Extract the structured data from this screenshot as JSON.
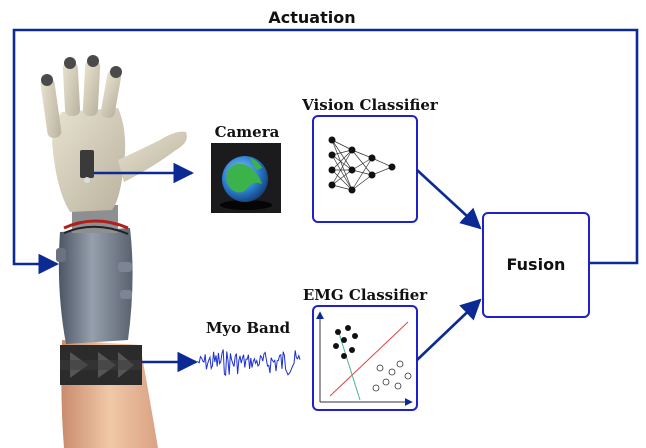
{
  "diagram": {
    "actuation_label": "Actuation",
    "camera_label": "Camera",
    "vision_classifier_label": "Vision Classifier",
    "fusion_label": "Fusion",
    "emg_classifier_label": "EMG Classifier",
    "myo_band_label": "Myo Band"
  },
  "colors": {
    "arrow": "#0c2a94",
    "box_border": "#1f22c8",
    "red_line": "#e04040",
    "teal_line": "#4bb0a0",
    "emg_signal": "#1b2fd0"
  },
  "icons": [
    "robotic-hand-image",
    "camera-ball-image",
    "neural-network-icon",
    "scatter-plot-icon",
    "emg-waveform-icon"
  ]
}
